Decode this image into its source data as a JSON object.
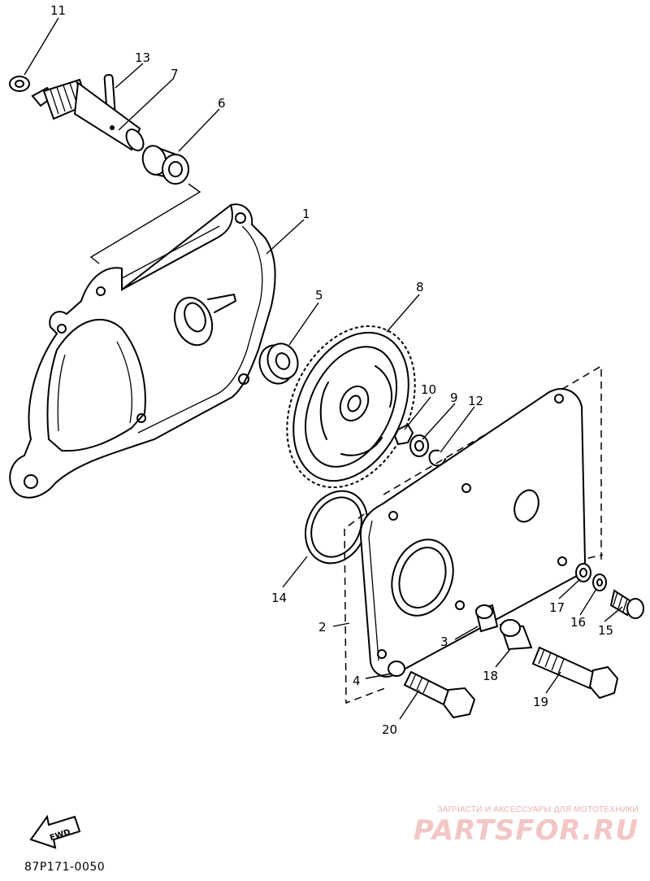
{
  "diagram": {
    "figure_code": "87P171-0050",
    "direction_arrow": {
      "label": "FWD"
    },
    "callouts": [
      "1",
      "2",
      "3",
      "4",
      "5",
      "6",
      "7",
      "8",
      "9",
      "10",
      "11",
      "12",
      "13",
      "14",
      "15",
      "16",
      "17",
      "18",
      "19",
      "20"
    ],
    "icon_names": [
      "fwd-arrow-icon"
    ]
  },
  "watermark": {
    "tagline": "ЗАПЧАСТИ И АКСЕССУАРЫ ДЛЯ МОТОТЕХНИКИ",
    "logo": "PARTSFOR.RU",
    "color": "#f3c6c6"
  }
}
